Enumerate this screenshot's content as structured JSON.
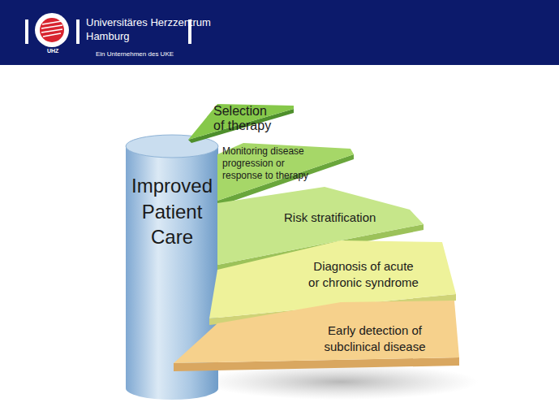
{
  "diagram": {
    "nodes": [
      {
        "text": [
          "Improved Patient Care"
        ]
      },
      {
        "text": [
          "Selection of therapy"
        ]
      },
      {
        "text": [
          "Monitoring disease progression or response to therapy"
        ]
      },
      {
        "text": [
          "Risk stratification"
        ]
      },
      {
        "text": [
          "Diagnosis of acute or chronic syndrome"
        ]
      },
      {
        "text": [
          "Early detection of subclinical disease"
        ]
      }
    ],
    "labels": [
      "Universitäres Herzzentrum",
      "Hamburg",
      "Ein Unternehmen des UKE",
      "UHZ"
    ]
  }
}
